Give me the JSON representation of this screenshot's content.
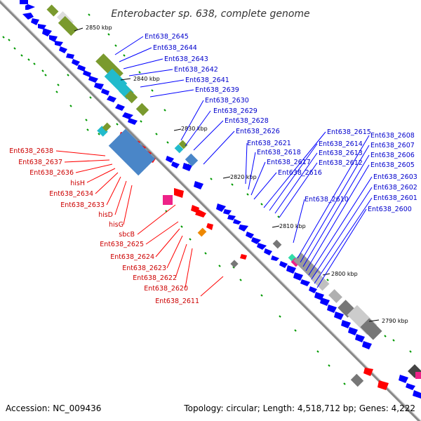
{
  "title": "Enterobacter sp. 638, complete genome",
  "footer": {
    "accession": "Accession: NC_009436",
    "topology": "Topology: circular; Length: 4,518,712 bp; Genes: 4,222"
  },
  "ticks": [
    "2850 kbp",
    "2840 kbp",
    "2830 kbp",
    "2820 kbp",
    "2810 kbp",
    "2800 kbp",
    "2790 kbp"
  ],
  "labels_blue_left": [
    "Ent638_2645",
    "Ent638_2644",
    "Ent638_2643",
    "Ent638_2642",
    "Ent638_2641",
    "Ent638_2639",
    "Ent638_2630",
    "Ent638_2629",
    "Ent638_2628",
    "Ent638_2626",
    "Ent638_2621",
    "Ent638_2618",
    "Ent638_2617",
    "Ent638_2616",
    "Ent638_2610"
  ],
  "labels_blue_mid": [
    "Ent638_2615",
    "Ent638_2614",
    "Ent638_2613",
    "Ent638_2612"
  ],
  "labels_blue_right": [
    "Ent638_2608",
    "Ent638_2607",
    "Ent638_2606",
    "Ent638_2605",
    "Ent638_2603",
    "Ent638_2602",
    "Ent638_2601",
    "Ent638_2600"
  ],
  "labels_red": [
    "Ent638_2638",
    "Ent638_2637",
    "Ent638_2636",
    "hisH",
    "Ent638_2634",
    "Ent638_2633",
    "hisD",
    "hisG",
    "sbcB",
    "Ent638_2625",
    "Ent638_2624",
    "Ent638_2623",
    "Ent638_2622",
    "Ent638_2620",
    "Ent638_2611"
  ],
  "colors": {
    "forward": "#0000ff",
    "reverse": "#ff0000",
    "backbone": "#888888",
    "gc_tick": "#009900",
    "green_block": "#7a9a2e",
    "cyan_block": "#22bbcc",
    "steel_block": "#4a86c8",
    "gray_block": "#9a9a9a",
    "magenta_block": "#ee2288",
    "orange_block": "#ee8800"
  }
}
